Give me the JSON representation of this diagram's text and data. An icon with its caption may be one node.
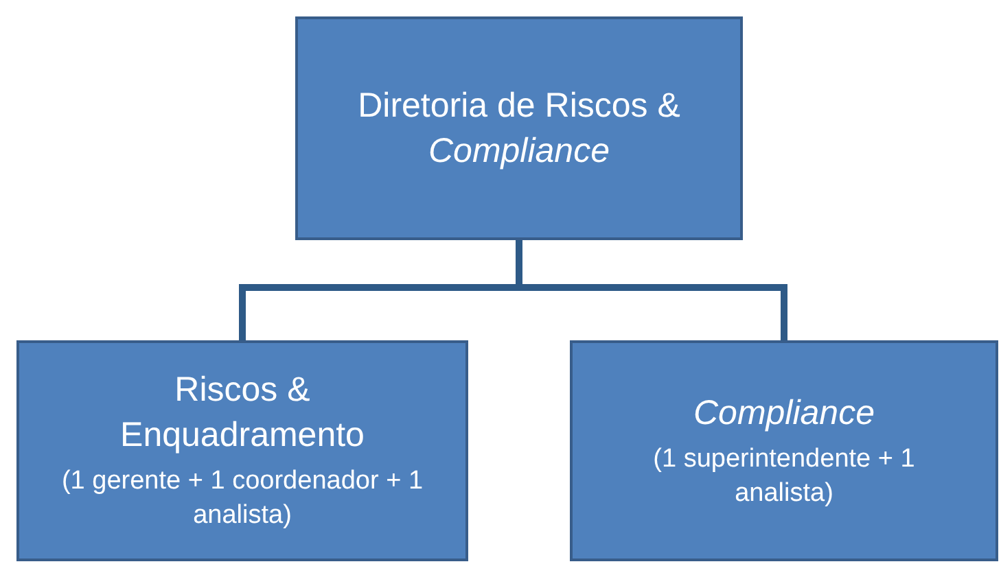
{
  "diagram": {
    "nodes": [
      {
        "text": [
          "Diretoria de Riscos & *Compliance*"
        ]
      },
      {
        "text": [
          "Riscos & Enquadramento",
          "(1 gerente + 1 coordenador + 1 analista)"
        ]
      },
      {
        "text": [
          "Compliance",
          "(1 superintendente + 1 analista)"
        ]
      }
    ],
    "edges": [
      {
        "from": 0,
        "to": 1,
        "arrow": "none"
      },
      {
        "from": 0,
        "to": 2,
        "arrow": "none"
      }
    ]
  }
}
